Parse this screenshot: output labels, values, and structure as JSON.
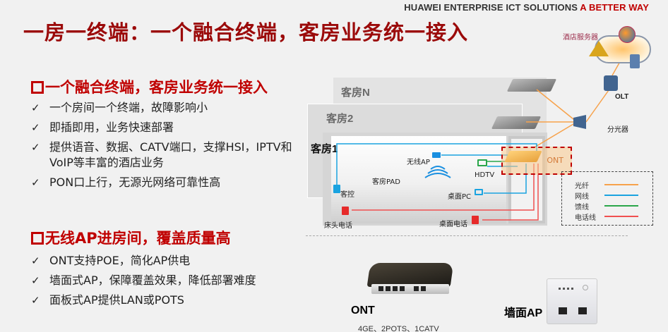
{
  "header": {
    "brand_prefix": "HUAWEI ENTERPRISE ICT SOLUTIONS",
    "brand_accent": "A BETTER WAY",
    "title": "一房一终端：一个融合终端，客房业务统一接入"
  },
  "sections": [
    {
      "heading": "一个融合终端，客房业务统一接入",
      "bullets": [
        "一个房间一个终端，故障影响小",
        "即插即用，业务快速部署",
        "提供语音、数据、CATV端口，支撑HSI，IPTV和VoIP等丰富的酒店业务",
        "PON口上行，无源光网络可靠性高"
      ]
    },
    {
      "heading": "无线AP进房间，覆盖质量高",
      "bullets": [
        "ONT支持POE，简化AP供电",
        "墙面式AP，保障覆盖效果，降低部署难度",
        "面板式AP提供LAN或POTS"
      ]
    }
  ],
  "check_glyph": "✓",
  "diagram": {
    "rooms": [
      "客房N",
      "客房2",
      "客房1"
    ],
    "hotel_server": "酒店服务器",
    "olt": "OLT",
    "splitter": "分光器",
    "ont_label": "ONT",
    "devices": {
      "wireless_ap": "无线AP",
      "hdtv": "HDTV",
      "room_pad": "客房PAD",
      "room_control": "客控",
      "desk_pc": "桌面PC",
      "bedside_phone": "床头电话",
      "desk_phone": "桌面电话"
    },
    "legend": [
      {
        "label": "光纤",
        "color": "#f7a24b"
      },
      {
        "label": "网线",
        "color": "#1aa3e0"
      },
      {
        "label": "馈线",
        "color": "#2aa64a"
      },
      {
        "label": "电话线",
        "color": "#f05050"
      }
    ]
  },
  "products": {
    "ont_name": "ONT",
    "ont_ports": "4GE、2POTS、1CATV",
    "wall_ap_name": "墙面AP"
  },
  "colors": {
    "title": "#9b0a0a",
    "heading": "#c00000",
    "background": "#f1f1f1"
  }
}
